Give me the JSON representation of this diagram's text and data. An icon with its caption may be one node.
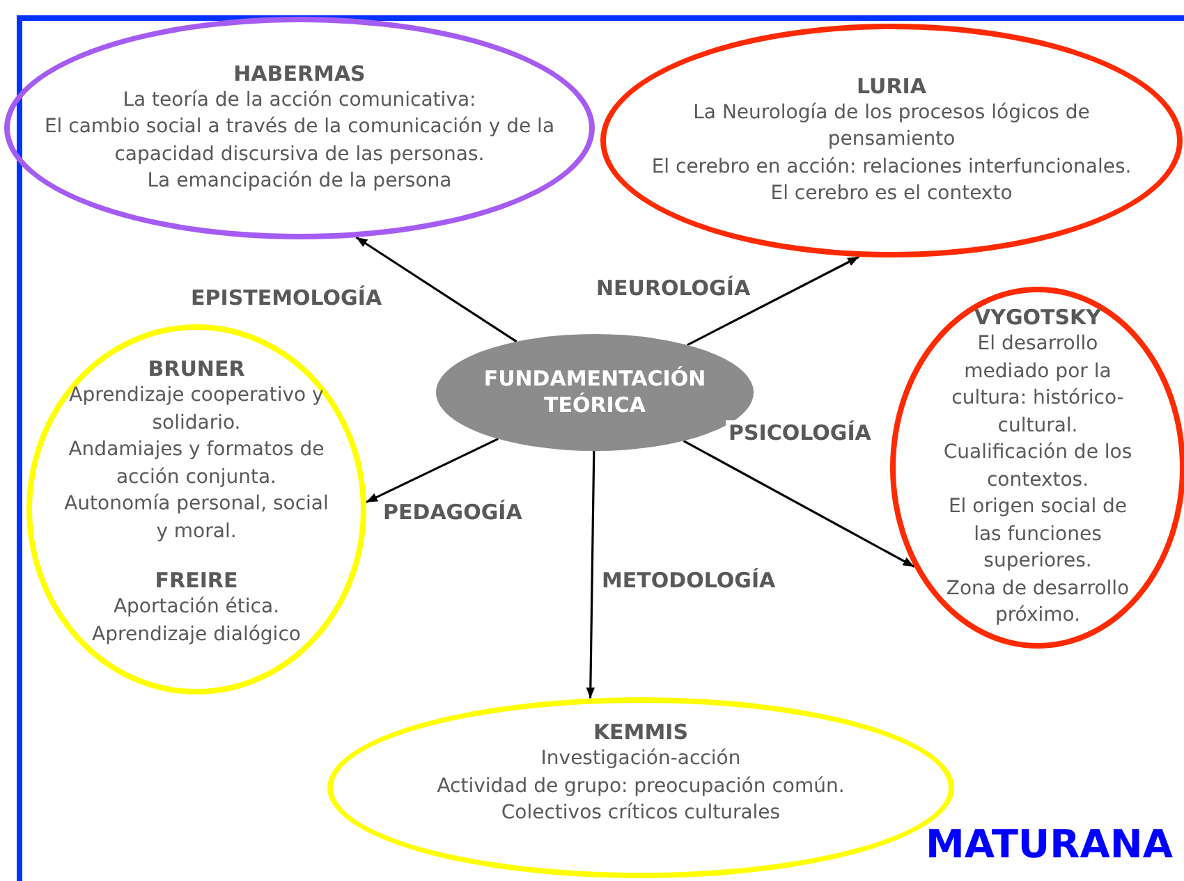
{
  "diagram": {
    "nodes": [
      {
        "text": [
          "FUNDAMENTACIÓN TEÓRICA"
        ]
      },
      {
        "text": [
          "HABERMAS",
          "La teoría de la acción comunicativa:",
          "El cambio social a través de la comunicación y de la capacidad discursiva de las personas.",
          "La emancipación de la persona"
        ]
      },
      {
        "text": [
          "LURIA",
          "La Neurología de los procesos lógicos de pensamiento",
          "El cerebro en acción: relaciones interfuncionales.",
          "El cerebro es el contexto"
        ]
      },
      {
        "text": [
          "VYGOTSKY",
          "El desarrollo mediado por la cultura: histórico-cultural.",
          "Cualificación de los contextos.",
          "El origen social de las funciones superiores.",
          "Zona de desarrollo próximo."
        ]
      },
      {
        "text": [
          "BRUNER",
          "Aprendizaje cooperativo y solidario.",
          "Andamiajes y formatos de acción conjunta. Autonomía personal, social y moral.",
          "FREIRE",
          "Aportación ética. Aprendizaje dialógico"
        ]
      },
      {
        "text": [
          "KEMMIS",
          "Investigación-acción",
          "Actividad de grupo: preocupación común.",
          "Colectivos críticos culturales"
        ]
      }
    ],
    "edges": [
      {
        "from": 0,
        "to": 1,
        "arrow": "to",
        "label": "EPISTEMOLOGÍA"
      },
      {
        "from": 0,
        "to": 2,
        "arrow": "to",
        "label": "NEUROLOGÍA"
      },
      {
        "from": 0,
        "to": 3,
        "arrow": "to",
        "label": "PSICOLOGÍA"
      },
      {
        "from": 0,
        "to": 4,
        "arrow": "to",
        "label": "PEDAGOGÍA"
      },
      {
        "from": 0,
        "to": 5,
        "arrow": "to",
        "label": "METODOLOGÍA"
      }
    ],
    "labels": [
      "MATURANA"
    ]
  }
}
